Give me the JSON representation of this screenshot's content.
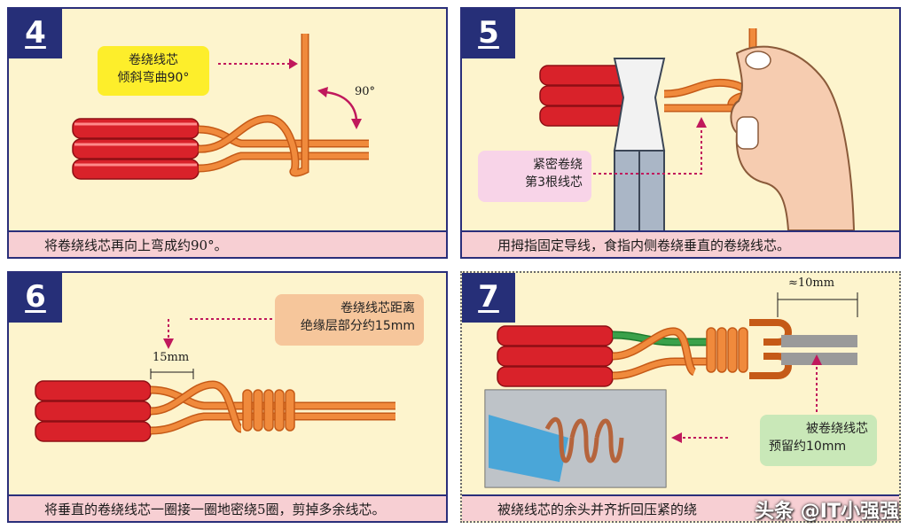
{
  "panels": [
    {
      "step": "4",
      "label": "卷绕线芯\n倾斜弯曲90°",
      "label_line1": "卷绕线芯",
      "label_line2": "倾斜弯曲90°",
      "angle": "90°",
      "caption": "将卷绕线芯再向上弯成约90°。"
    },
    {
      "step": "5",
      "label_line1": "紧密卷绕",
      "label_line2": "第3根线芯",
      "caption": "用拇指固定导线，食指内侧卷绕垂直的卷绕线芯。"
    },
    {
      "step": "6",
      "label_line1": "卷绕线芯距离",
      "label_line2": "绝缘层部分约15mm",
      "dimension": "15mm",
      "caption": "将垂直的卷绕线芯一圈接一圈地密绕5圈，剪掉多余线芯。"
    },
    {
      "step": "7",
      "label_line1": "被卷绕线芯",
      "label_line2": "预留约10mm",
      "dimension": "≈10mm",
      "caption": "被绕线芯的余头并齐折回压紧的绕"
    }
  ],
  "watermark": "头条 @IT小强强",
  "colors": {
    "frame": "#262f78",
    "panel_bg": "#fdf4cd",
    "caption_bg": "#f7cfd3",
    "wire_red": "#d9222a",
    "copper": "#f08a3c"
  }
}
